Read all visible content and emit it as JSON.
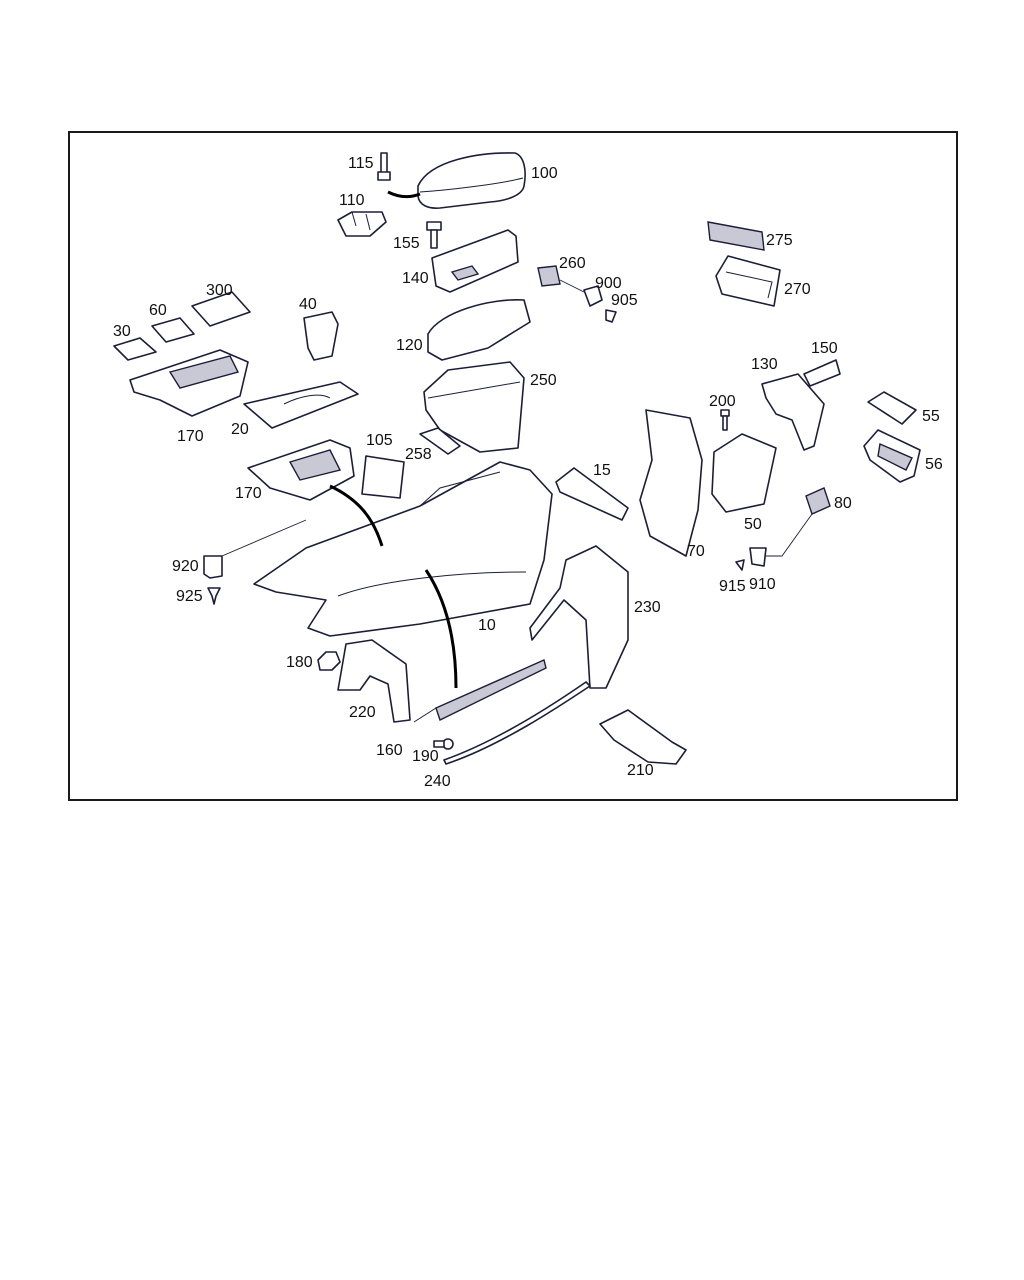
{
  "callouts": [
    {
      "id": "c115",
      "text": "115"
    },
    {
      "id": "c100",
      "text": "100"
    },
    {
      "id": "c110",
      "text": "110"
    },
    {
      "id": "c155",
      "text": "155"
    },
    {
      "id": "c140",
      "text": "140"
    },
    {
      "id": "c260",
      "text": "260"
    },
    {
      "id": "c900",
      "text": "900"
    },
    {
      "id": "c905",
      "text": "905"
    },
    {
      "id": "c275",
      "text": "275"
    },
    {
      "id": "c270",
      "text": "270"
    },
    {
      "id": "c300",
      "text": "300"
    },
    {
      "id": "c60",
      "text": "60"
    },
    {
      "id": "c30",
      "text": "30"
    },
    {
      "id": "c40",
      "text": "40"
    },
    {
      "id": "c120",
      "text": "120"
    },
    {
      "id": "c150",
      "text": "150"
    },
    {
      "id": "c130",
      "text": "130"
    },
    {
      "id": "c250",
      "text": "250"
    },
    {
      "id": "c200",
      "text": "200"
    },
    {
      "id": "c55",
      "text": "55"
    },
    {
      "id": "c170a",
      "text": "170"
    },
    {
      "id": "c20",
      "text": "20"
    },
    {
      "id": "c105",
      "text": "105"
    },
    {
      "id": "c258",
      "text": "258"
    },
    {
      "id": "c56",
      "text": "56"
    },
    {
      "id": "c15",
      "text": "15"
    },
    {
      "id": "c170b",
      "text": "170"
    },
    {
      "id": "c80",
      "text": "80"
    },
    {
      "id": "c50",
      "text": "50"
    },
    {
      "id": "c70",
      "text": "70"
    },
    {
      "id": "c920",
      "text": "920"
    },
    {
      "id": "c915",
      "text": "915"
    },
    {
      "id": "c910",
      "text": "910"
    },
    {
      "id": "c925",
      "text": "925"
    },
    {
      "id": "c230",
      "text": "230"
    },
    {
      "id": "c10",
      "text": "10"
    },
    {
      "id": "c180",
      "text": "180"
    },
    {
      "id": "c220",
      "text": "220"
    },
    {
      "id": "c160",
      "text": "160"
    },
    {
      "id": "c190",
      "text": "190"
    },
    {
      "id": "c210",
      "text": "210"
    },
    {
      "id": "c240",
      "text": "240"
    }
  ]
}
